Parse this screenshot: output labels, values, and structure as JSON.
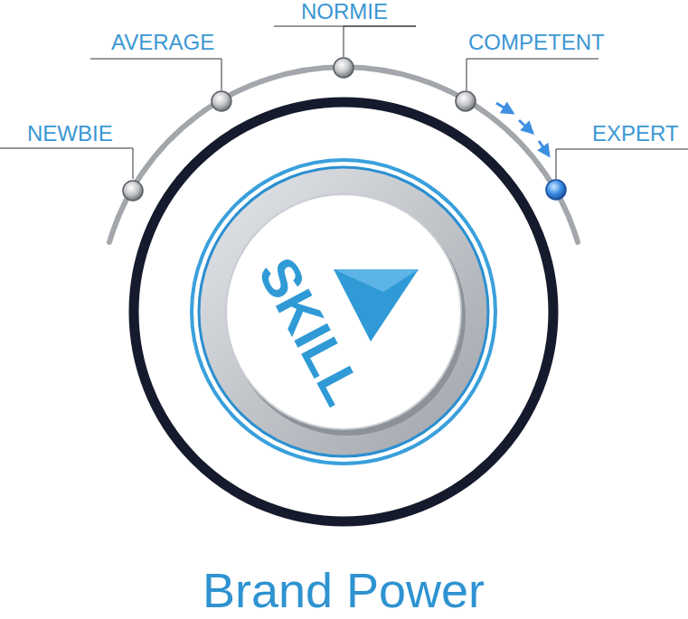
{
  "diagram": {
    "title": "Brand Power",
    "nodes": [
      {
        "text": [
          "SKILL"
        ]
      }
    ],
    "labels": [
      "NEWBIE",
      "AVERAGE",
      "NORMIE",
      "COMPETENT",
      "EXPERT"
    ]
  }
}
